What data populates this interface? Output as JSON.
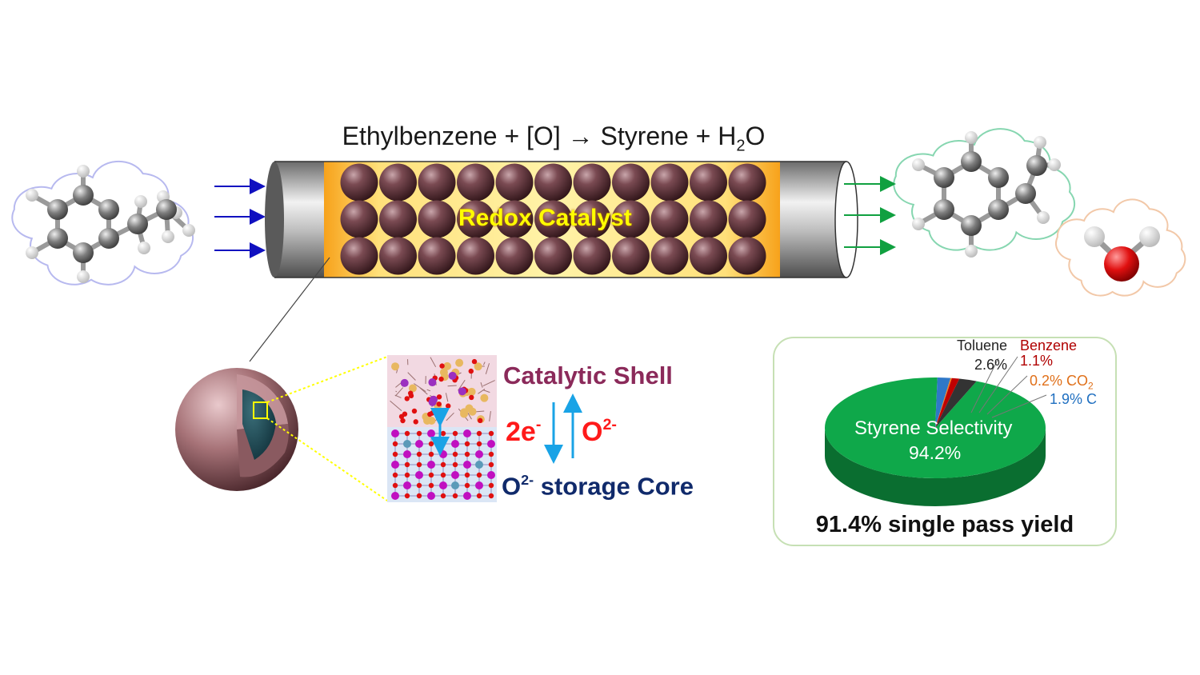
{
  "reaction": {
    "reactant": "Ethylbenzene + [O] → Styrene + H",
    "subscript": "2",
    "product_tail": "O"
  },
  "reactor": {
    "catalyst_label": "Redox Catalyst"
  },
  "particle": {
    "shell_label": "Catalytic Shell",
    "electron_label": "2e",
    "electron_sup": "-",
    "oxygen_label": "O",
    "oxygen_sup": "2-",
    "core_label_pre": "O",
    "core_label_sup": "2-",
    "core_label_post": " storage Core"
  },
  "chart_data": {
    "type": "pie",
    "title": "",
    "slices": [
      {
        "label": "Styrene Selectivity",
        "value": 94.2,
        "display": "94.2%",
        "color": "#0fa84a"
      },
      {
        "label": "Toluene",
        "value": 2.6,
        "display": "2.6%",
        "color": "#333333"
      },
      {
        "label": "Benzene",
        "value": 1.1,
        "display": "1.1%",
        "color": "#c00000"
      },
      {
        "label": "CO2",
        "value": 0.2,
        "display": "0.2%",
        "color": "#f08020"
      },
      {
        "label": "C",
        "value": 1.9,
        "display": "1.9%",
        "color": "#2f78c8"
      }
    ],
    "labels": {
      "toluene_name": "Toluene",
      "toluene_val": "2.6%",
      "benzene_name": "Benzene",
      "benzene_val": "1.1%",
      "co2_val": "0.2% CO",
      "co2_sub": "2",
      "c_val": "1.9% C",
      "styrene_name": "Styrene Selectivity",
      "styrene_val": "94.2%"
    }
  },
  "summary": {
    "yield": "91.4% single pass yield"
  },
  "colors": {
    "inlet_arrows": "#1010c0",
    "outlet_arrows": "#10a040",
    "bead": "#5a3038",
    "catalyst_glow": "#f7a21b",
    "shell": "#8b2a5a",
    "core": "#102a6b"
  }
}
